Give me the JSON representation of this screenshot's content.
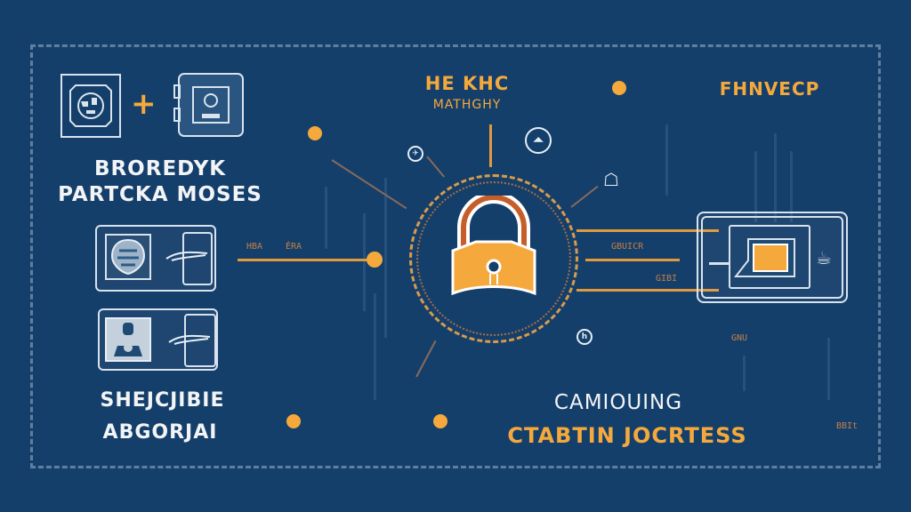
{
  "colors": {
    "background": "#153f6b",
    "accent": "#f5a93c",
    "text_primary": "#f2f4f6",
    "frame_dashed": "#5f7f9f"
  },
  "left_panel": {
    "top_icons": [
      {
        "icon": "globe-icon"
      },
      {
        "icon": "plus-icon",
        "glyph": "+"
      },
      {
        "icon": "device-icon"
      }
    ],
    "title_line1": "BROREDYK",
    "title_line2": "PARTCKA MOSES",
    "cards": [
      {
        "icon": "globe-shield-icon",
        "connector": "handshake-icon"
      },
      {
        "icon": "user-portrait-icon",
        "connector": "handshake-icon"
      }
    ],
    "bottom_line1": "SHEJCJIBIE",
    "bottom_line2": "ABGORJAI"
  },
  "center": {
    "header_line1": "HE KHC",
    "header_line2": "MATHGHY",
    "lock_icon": "padlock-icon",
    "left_connector_labels": [
      "HBA",
      "ÉRA"
    ],
    "satellite_icons": [
      "runner-icon",
      "rocket-icon",
      "network-icon",
      "person-icon"
    ],
    "footer_line1": "CAMIOUING",
    "footer_line2": "CTABTIN JOCRTESS"
  },
  "right_panel": {
    "header": "FHNVECP",
    "connector_labels": [
      "GBUICR",
      "GIBI"
    ],
    "card_icon": "folder-laptop-icon",
    "side_icon": "cup-icon",
    "small_label_1": "GNU",
    "small_label_2": "BBIt"
  }
}
